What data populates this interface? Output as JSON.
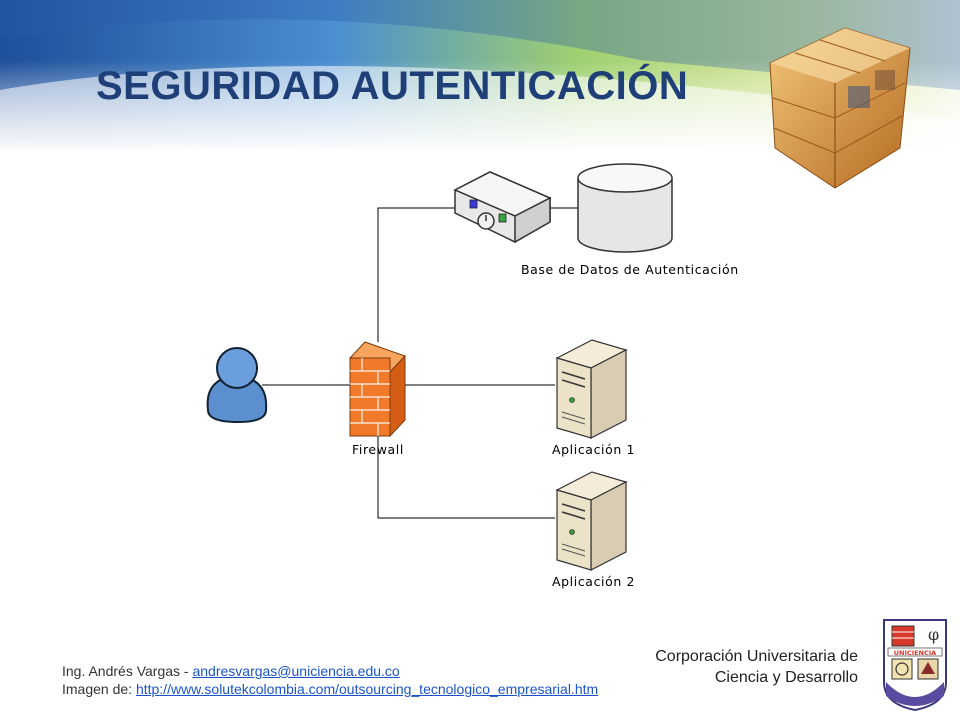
{
  "slide": {
    "title": "SEGURIDAD AUTENTICACIÓN"
  },
  "diagram": {
    "nodes": [
      {
        "id": "auth-db",
        "label": "Base de Datos de Autenticación",
        "icon": "database-server-icon"
      },
      {
        "id": "firewall",
        "label": "Firewall",
        "icon": "firewall-icon"
      },
      {
        "id": "app1",
        "label": "Aplicación 1",
        "icon": "server-tower-icon"
      },
      {
        "id": "app2",
        "label": "Aplicación 2",
        "icon": "server-tower-icon"
      },
      {
        "id": "user",
        "label": "",
        "icon": "user-icon"
      }
    ],
    "edges": [
      {
        "from": "user",
        "to": "firewall"
      },
      {
        "from": "firewall",
        "to": "auth-db"
      },
      {
        "from": "firewall",
        "to": "app1"
      },
      {
        "from": "firewall",
        "to": "app2"
      }
    ]
  },
  "footer": {
    "author_prefix": "Ing. Andrés Vargas - ",
    "author_email": "andresvargas@uniciencia.edu.co",
    "image_prefix": "Imagen de: ",
    "image_url": "http://www.solutekcolombia.com/outsourcing_tecnologico_empresarial.htm",
    "institution_line1": "Corporación Universitaria de",
    "institution_line2": "Ciencia y Desarrollo",
    "logo_text": "UNICIENCIA"
  },
  "colors": {
    "title": "#1f3f78",
    "link": "#1a55c8",
    "firewall": "#f07a2a",
    "user": "#5b8fd0"
  }
}
